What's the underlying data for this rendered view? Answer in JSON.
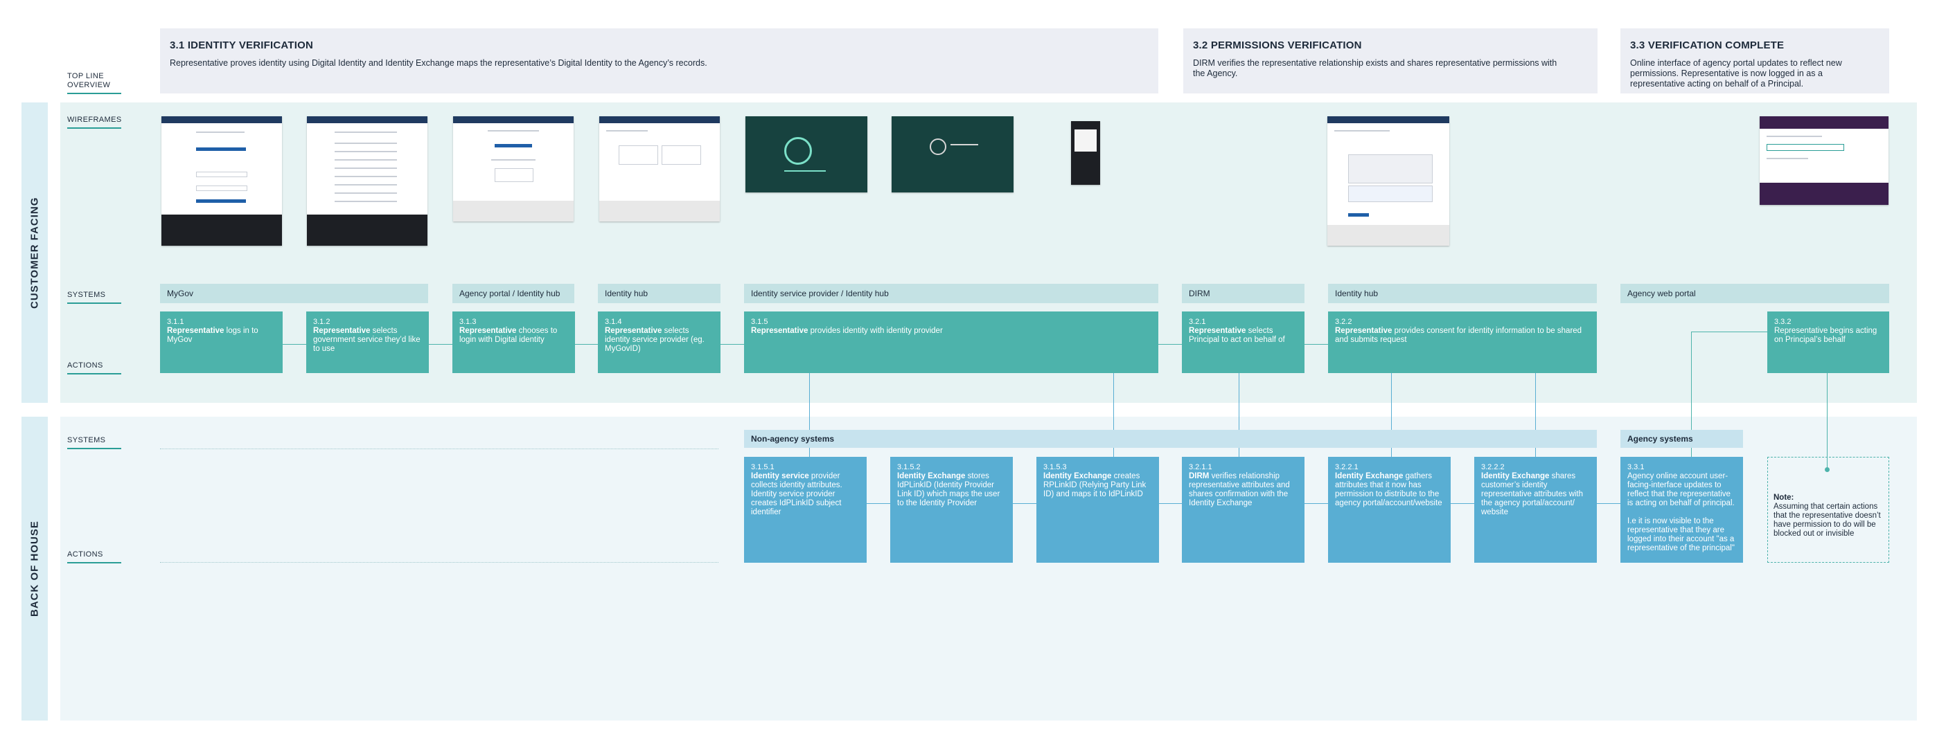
{
  "top_line_overview": {
    "label": "TOP LINE\nOVERVIEW"
  },
  "phases": [
    {
      "title": "3.1 IDENTITY VERIFICATION",
      "desc": "Representative proves identity using Digital Identity and Identity Exchange maps the representative’s Digital Identity to the Agency’s records."
    },
    {
      "title": "3.2 PERMISSIONS VERIFICATION",
      "desc": "DIRM verifies the representative relationship exists and shares representative permissions with the Agency."
    },
    {
      "title": "3.3 VERIFICATION COMPLETE",
      "desc": "Online interface of agency portal updates to reflect new permissions. Representative is now logged in as a representative acting on behalf of a Principal."
    }
  ],
  "sections": {
    "customer_facing": "CUSTOMER FACING",
    "back_of_house": "BACK OF HOUSE"
  },
  "row_labels": {
    "wireframes": "WIREFRAMES",
    "systems_cf": "SYSTEMS",
    "actions_cf": "ACTIONS",
    "systems_bh": "SYSTEMS",
    "actions_bh": "ACTIONS"
  },
  "cf_systems": [
    "MyGov",
    "Agency portal / Identity hub",
    "Identity hub",
    "Identity service provider  / Identity hub",
    "DIRM",
    "Identity hub",
    "Agency web portal"
  ],
  "cf_actions": [
    {
      "num": "3.1.1",
      "bold": "Representative",
      "text": " logs in to MyGov"
    },
    {
      "num": "3.1.2",
      "bold": "Representative",
      "text": " selects government service they’d like to use"
    },
    {
      "num": "3.1.3",
      "bold": "Representative",
      "text": " chooses to login with Digital identity"
    },
    {
      "num": "3.1.4",
      "bold": "Representative",
      "text": " selects identity service provider (eg. MyGovID)"
    },
    {
      "num": "3.1.5",
      "bold": "Representative",
      "text": " provides identity with identity provider"
    },
    {
      "num": "3.2.1",
      "bold": "Representative",
      "text": " selects Principal to act on behalf of"
    },
    {
      "num": "3.2.2",
      "bold": "Representative",
      "text": " provides consent for identity information to be shared and submits request"
    },
    {
      "num": "3.3.2",
      "bold": "",
      "text": "Representative begins acting on Principal’s behalf"
    }
  ],
  "bh_systems": [
    "Non-agency systems",
    "Agency systems"
  ],
  "bh_actions": [
    {
      "num": "3.1.5.1",
      "bold": "Identity service",
      "text": " provider collects identity attributes. Identity service provider creates IdPLinkID subject identifier"
    },
    {
      "num": "3.1.5.2",
      "bold": "Identity Exchange",
      "text": " stores IdPLinkID (Identity Provider Link ID) which maps the user to the Identity Provider"
    },
    {
      "num": "3.1.5.3",
      "bold": "Identity Exchange",
      "text": " creates RPLinkID (Relying Party Link ID) and maps it to IdPLinkID"
    },
    {
      "num": "3.2.1.1",
      "bold": "DIRM",
      "text": " verifies relationship representative attributes and shares confirmation with the Identity Exchange"
    },
    {
      "num": "3.2.2.1",
      "bold": "Identity Exchange",
      "text": " gathers attributes that it now has permission to distribute to the agency portal/account/website"
    },
    {
      "num": "3.2.2.2",
      "bold": "Identity Exchange",
      "text": " shares customer’s identity representative attributes with the agency portal/account/ website"
    },
    {
      "num": "3.3.1",
      "bold": "",
      "text": "Agency online account user-facing-interface updates to reflect that the representative is acting on behalf of principal.",
      "text2": "I.e it is now visible to the representative that they are logged into their account \"as a representative of the principal\""
    }
  ],
  "note": {
    "bold": "Note:",
    "text": "Assuming that certain actions that the representative doesn’t have permission to do will be blocked out or invisible"
  },
  "wireframes": [
    {
      "name": "mygov-login-wireframe"
    },
    {
      "name": "mygov-services-wireframe"
    },
    {
      "name": "digital-identity-login-wireframe"
    },
    {
      "name": "identity-provider-select-wireframe"
    },
    {
      "name": "fingerprint-verify-wireframe"
    },
    {
      "name": "code-verify-wireframe"
    },
    {
      "name": "mobile-app-wireframe"
    },
    {
      "name": "consent-form-wireframe"
    },
    {
      "name": "agency-portal-wireframe"
    }
  ]
}
